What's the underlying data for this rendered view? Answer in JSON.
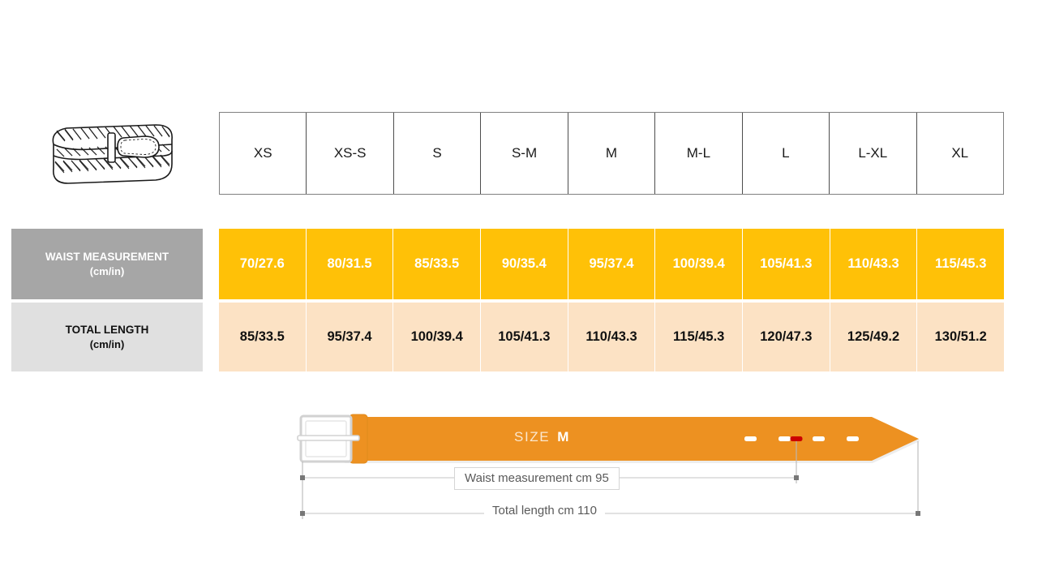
{
  "product_icon": {
    "name": "braided-belt-illustration"
  },
  "size_table": {
    "sizes": [
      "XS",
      "XS-S",
      "S",
      "S-M",
      "M",
      "M-L",
      "L",
      "L-XL",
      "XL"
    ],
    "rows": [
      {
        "label_line1": "WAIST MEASUREMENT",
        "label_line2": "(cm/in)",
        "values": [
          "70/27.6",
          "80/31.5",
          "85/33.5",
          "90/35.4",
          "95/37.4",
          "100/39.4",
          "105/41.3",
          "110/43.3",
          "115/45.3"
        ]
      },
      {
        "label_line1": "TOTAL LENGTH",
        "label_line2": "(cm/in)",
        "values": [
          "85/33.5",
          "95/37.4",
          "100/39.4",
          "105/41.3",
          "110/43.3",
          "115/45.3",
          "120/47.3",
          "125/49.2",
          "130/51.2"
        ]
      }
    ]
  },
  "belt_diagram": {
    "size_caption_label": "SIZE",
    "size_caption_value": "M",
    "waist_dimension_label": "Waist measurement cm 95",
    "total_length_label": "Total length cm 110",
    "holes_total": 5,
    "highlighted_hole_index": 3
  },
  "colors": {
    "waist_row_background": "#ffc107",
    "waist_row_label_background": "#a6a6a6",
    "length_row_background": "#fce2c4",
    "length_row_label_background": "#e0e0e0",
    "belt_body": "#ed9121",
    "highlight_hole": "#cc0000",
    "table_border": "#808080"
  }
}
